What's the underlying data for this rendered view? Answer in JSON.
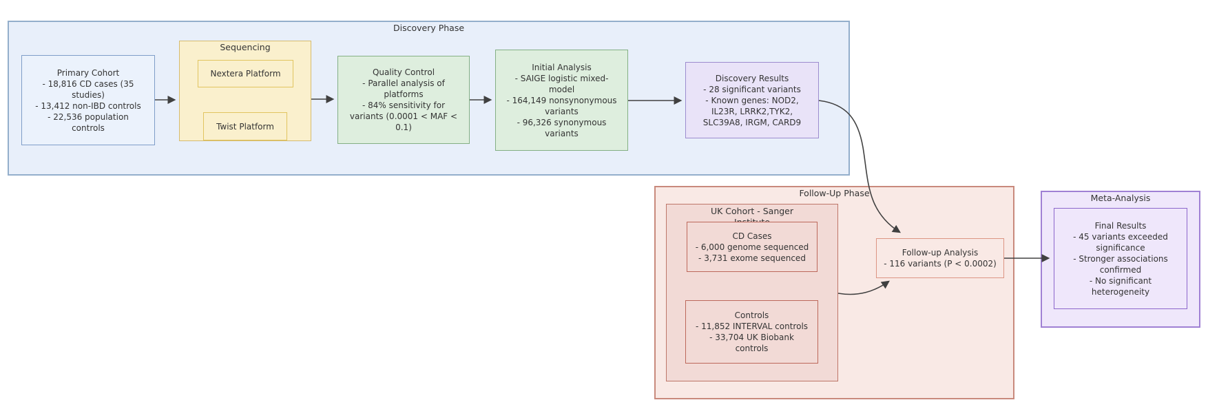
{
  "diagram_type": "flowchart",
  "colors": {
    "discovery_fill": "#E8EFFA",
    "discovery_stroke": "#93AECB",
    "primary_fill": "#EBF2FC",
    "primary_stroke": "#7E9DC8",
    "sequencing_fill": "#FAF0CD",
    "sequencing_stroke": "#D5BB6E",
    "platform_stroke": "#E1C45F",
    "analysis_fill": "#DEEEDE",
    "analysis_stroke": "#83AF83",
    "results_fill": "#E9E3F8",
    "results_stroke": "#9C8BCE",
    "followup_fill": "#F9E9E5",
    "followup_stroke": "#C8897C",
    "uk_fill": "#F2DAD6",
    "uk_stroke": "#BD7568",
    "uk_node_stroke": "#BC675A",
    "followup_analysis_stroke": "#DC9482",
    "meta_fill": "#EFE7FB",
    "meta_stroke": "#9F80D4",
    "final_stroke": "#8B65CB",
    "text": "#333333",
    "arrow": "#404040"
  },
  "discovery": {
    "title": "Discovery Phase",
    "primary_cohort": {
      "lines": [
        "Primary Cohort",
        "- 18,816 CD cases (35",
        "studies)",
        "- 13,412 non-IBD controls",
        "- 22,536 population",
        "controls"
      ]
    },
    "sequencing": {
      "title": "Sequencing",
      "nextera": "Nextera Platform",
      "twist": "Twist Platform"
    },
    "quality_control": {
      "lines": [
        "Quality Control",
        "- Parallel analysis of",
        "platforms",
        "- 84% sensitivity for",
        "variants (0.0001 < MAF <",
        "0.1)"
      ]
    },
    "initial_analysis": {
      "lines": [
        "Initial Analysis",
        "- SAIGE logistic mixed-",
        "model",
        "- 164,149 nonsynonymous",
        "variants",
        "- 96,326 synonymous",
        "variants"
      ]
    },
    "discovery_results": {
      "lines": [
        "Discovery Results",
        "- 28 significant variants",
        "- Known genes: NOD2,",
        "IL23R, LRRK2,TYK2,",
        "SLC39A8, IRGM, CARD9"
      ]
    }
  },
  "follow_up": {
    "title": "Follow-Up Phase",
    "uk_cohort": {
      "title_line1": "UK Cohort - Sanger",
      "title_line2": "Institute",
      "cd_cases": {
        "lines": [
          "CD Cases",
          "- 6,000 genome sequenced",
          "- 3,731 exome sequenced"
        ]
      },
      "controls": {
        "lines": [
          "Controls",
          "- 11,852 INTERVAL controls",
          "- 33,704 UK Biobank",
          "controls"
        ]
      }
    },
    "analysis": {
      "lines": [
        "Follow-up Analysis",
        "- 116 variants (P < 0.0002)"
      ]
    }
  },
  "meta": {
    "title": "Meta-Analysis",
    "final_results": {
      "lines": [
        "Final Results",
        "- 45 variants exceeded",
        "significance",
        "- Stronger associations",
        "confirmed",
        "- No significant",
        "heterogeneity"
      ]
    }
  }
}
